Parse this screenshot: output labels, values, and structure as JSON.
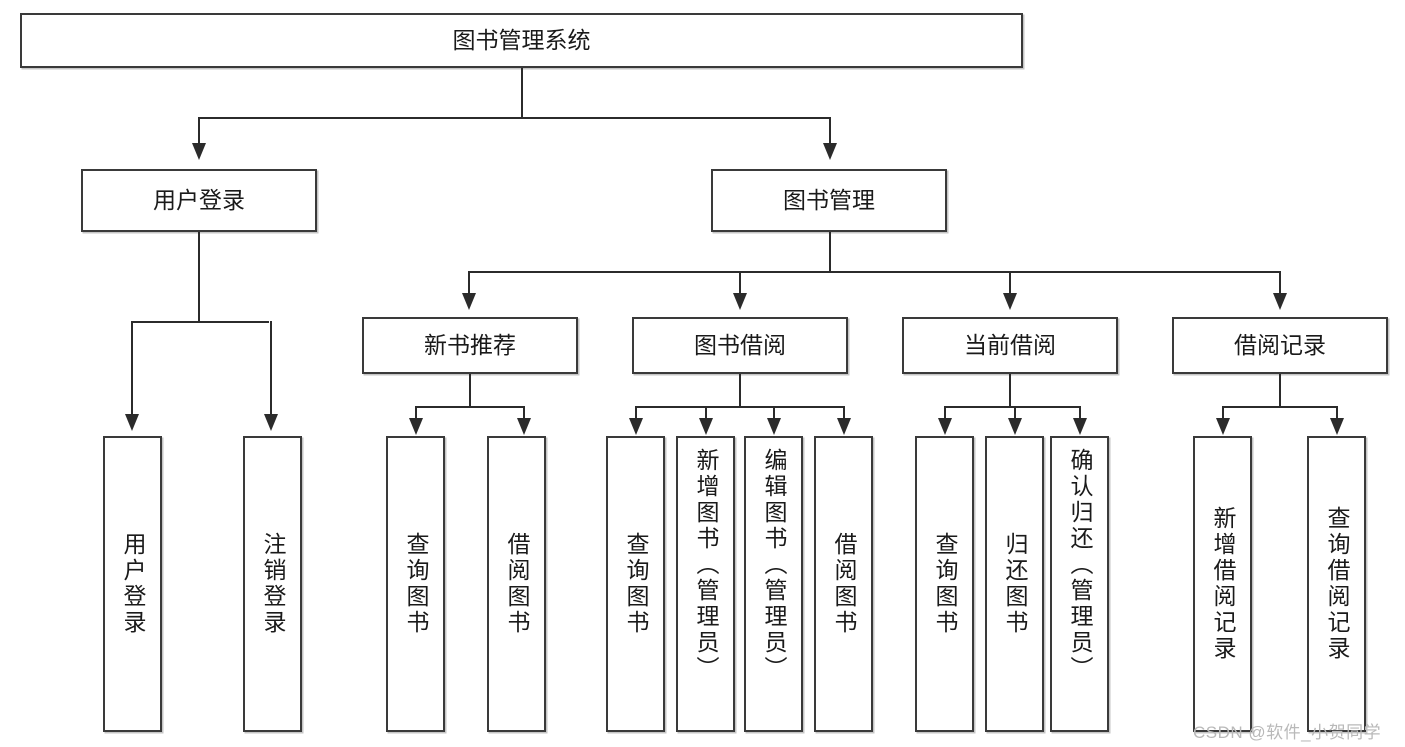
{
  "diagram": {
    "title": "图书管理系统",
    "type": "tree-hierarchy-chart",
    "root": {
      "label": "图书管理系统"
    },
    "level2": [
      {
        "label": "用户登录"
      },
      {
        "label": "图书管理"
      }
    ],
    "level3": [
      {
        "label": "新书推荐"
      },
      {
        "label": "图书借阅"
      },
      {
        "label": "当前借阅"
      },
      {
        "label": "借阅记录"
      }
    ],
    "leaves": {
      "user_login": [
        {
          "label": "用户登录"
        },
        {
          "label": "注销登录"
        }
      ],
      "new_book": [
        {
          "label": "查询图书"
        },
        {
          "label": "借阅图书"
        }
      ],
      "book_borrow": [
        {
          "label": "查询图书"
        },
        {
          "label": "新增图书（管理员）"
        },
        {
          "label": "编辑图书（管理员）"
        },
        {
          "label": "借阅图书"
        }
      ],
      "current_borrow": [
        {
          "label": "查询图书"
        },
        {
          "label": "归还图书"
        },
        {
          "label": "确认归还（管理员）"
        }
      ],
      "borrow_record": [
        {
          "label": "新增借阅记录"
        },
        {
          "label": "查询借阅记录"
        }
      ]
    }
  },
  "watermark": {
    "text": "CSDN @软件_小贺同学"
  },
  "colors": {
    "box_border": "#3a3a3a",
    "line": "#2b2b2b",
    "background": "#ffffff",
    "watermark": "#b9b9b9"
  }
}
